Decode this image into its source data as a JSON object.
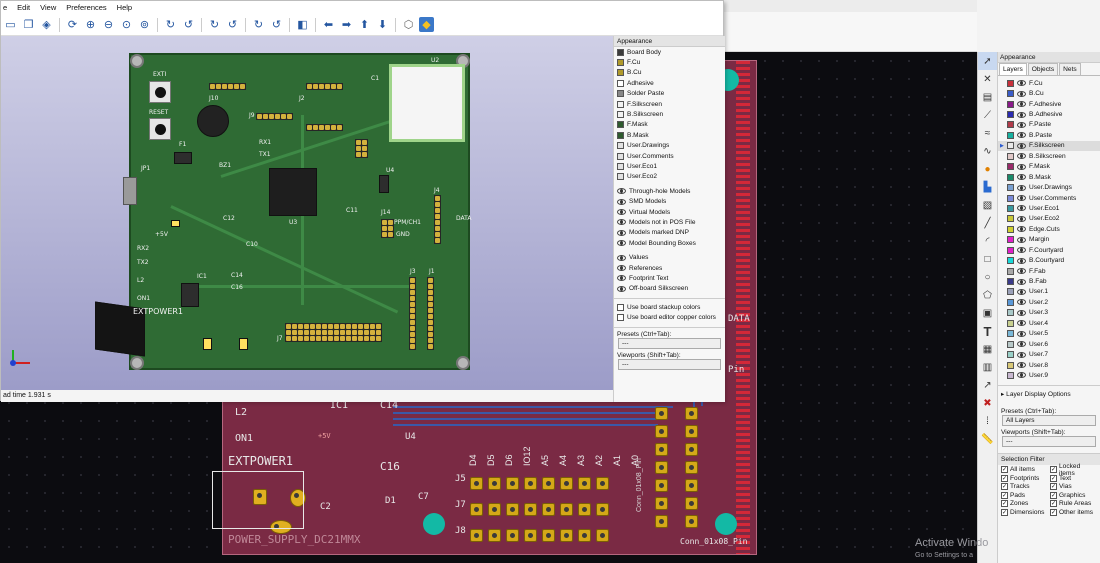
{
  "viewer3d": {
    "menu": [
      "e",
      "Edit",
      "View",
      "Preferences",
      "Help"
    ],
    "status": "ad time 1.931 s",
    "appearance_title": "Appearance",
    "layers": [
      {
        "name": "Board Body",
        "color": "#3b3b3b"
      },
      {
        "name": "F.Cu",
        "color": "#b09a2a"
      },
      {
        "name": "B.Cu",
        "color": "#b09a2a"
      },
      {
        "name": "Adhesive",
        "color": "#ffffff"
      },
      {
        "name": "Solder Paste",
        "color": "#888888"
      },
      {
        "name": "F.Silkscreen",
        "color": "#f2f2f2"
      },
      {
        "name": "B.Silkscreen",
        "color": "#f2f2f2"
      },
      {
        "name": "F.Mask",
        "color": "#2e5a2e"
      },
      {
        "name": "B.Mask",
        "color": "#2e5a2e"
      },
      {
        "name": "User.Drawings",
        "color": "#e0e0e0"
      },
      {
        "name": "User.Comments",
        "color": "#e0e0e0"
      },
      {
        "name": "User.Eco1",
        "color": "#e0e0e0"
      },
      {
        "name": "User.Eco2",
        "color": "#e0e0e0"
      }
    ],
    "toggles": [
      "Through-hole Models",
      "SMD Models",
      "Virtual Models",
      "Models not in POS File",
      "Models marked DNP",
      "Model Bounding Boxes"
    ],
    "toggles2": [
      "Values",
      "References",
      "Footprint Text",
      "Off-board Silkscreen"
    ],
    "checks": [
      "Use board stackup colors",
      "Use board editor copper colors"
    ],
    "presets_label": "Presets (Ctrl+Tab):",
    "presets_value": "---",
    "viewports_label": "Viewports (Shift+Tab):",
    "viewports_value": "---",
    "board_labels": {
      "exti": "EXTI",
      "reset": "RESET",
      "jp1": "JP1",
      "bz1": "BZ1",
      "f1": "F1",
      "j10": "J10",
      "j9": "J9",
      "j2": "J2",
      "u2": "U2",
      "u3": "U3",
      "u4": "U4",
      "j4": "J4",
      "j3": "J3",
      "j1": "J1",
      "j7": "J7",
      "j14": "J14",
      "ppm": "PPM/CH1",
      "gnd": "GND",
      "data": "DATA",
      "ic1": "IC1",
      "extpower": "EXTPOWER1",
      "c14": "C14",
      "c16": "C16",
      "c10": "C10",
      "c12": "C12",
      "c11": "C11",
      "c1": "C1",
      "on1": "ON1",
      "tx2": "TX2",
      "rx2": "RX2",
      "l2": "L2",
      "plus5v": "+5V",
      "tx1": "TX1",
      "rx1": "RX1"
    }
  },
  "pcb": {
    "labels": {
      "l2": "L2",
      "on1": "ON1",
      "ic1": "IC1",
      "extpower": "EXTPOWER1",
      "c16": "C16",
      "c14": "C14",
      "u4": "U4",
      "j5": "J5",
      "j7": "J7",
      "j8": "J8",
      "d1": "D1",
      "c2": "C2",
      "c7": "C7",
      "plus5v": "+5V",
      "power_supply": "POWER_SUPPLY_DC21MMX",
      "conn": "Conn_01x08_Pin",
      "conn2": "Conn_01x08_Pin",
      "data": "DATA",
      "pin": "Pin",
      "cols": [
        "D4",
        "D5",
        "D6",
        "IO12",
        "A5",
        "A4",
        "A3",
        "A2",
        "A1",
        "A0"
      ]
    }
  },
  "layers_panel": {
    "title": "Appearance",
    "tabs": [
      "Layers",
      "Objects",
      "Nets"
    ],
    "layers": [
      {
        "name": "F.Cu",
        "color": "#c8303a"
      },
      {
        "name": "B.Cu",
        "color": "#3a5cc8"
      },
      {
        "name": "F.Adhesive",
        "color": "#8a1a8a"
      },
      {
        "name": "B.Adhesive",
        "color": "#2a2ab0"
      },
      {
        "name": "F.Paste",
        "color": "#b03a4a"
      },
      {
        "name": "B.Paste",
        "color": "#18b0a0"
      },
      {
        "name": "F.Silkscreen",
        "color": "#e8e8e8"
      },
      {
        "name": "B.Silkscreen",
        "color": "#e0c8c8"
      },
      {
        "name": "F.Mask",
        "color": "#9a2a6a"
      },
      {
        "name": "B.Mask",
        "color": "#1a8a6a"
      },
      {
        "name": "User.Drawings",
        "color": "#7aa0d0"
      },
      {
        "name": "User.Comments",
        "color": "#7a8ad8"
      },
      {
        "name": "User.Eco1",
        "color": "#3a9aa0"
      },
      {
        "name": "User.Eco2",
        "color": "#c8c838"
      },
      {
        "name": "Edge.Cuts",
        "color": "#d0d030"
      },
      {
        "name": "Margin",
        "color": "#e020c8"
      },
      {
        "name": "F.Courtyard",
        "color": "#e020c8"
      },
      {
        "name": "B.Courtyard",
        "color": "#18d8d8"
      },
      {
        "name": "F.Fab",
        "color": "#a8a8a8"
      },
      {
        "name": "B.Fab",
        "color": "#3a3a8a"
      },
      {
        "name": "User.1",
        "color": "#9aa0b8"
      },
      {
        "name": "User.2",
        "color": "#5a98d8"
      },
      {
        "name": "User.3",
        "color": "#a8c8c8"
      },
      {
        "name": "User.4",
        "color": "#c8d090"
      },
      {
        "name": "User.5",
        "color": "#7ab8d8"
      },
      {
        "name": "User.6",
        "color": "#b8c8c8"
      },
      {
        "name": "User.7",
        "color": "#9ad0c8"
      },
      {
        "name": "User.8",
        "color": "#d8c878"
      },
      {
        "name": "User.9",
        "color": "#c8b8d0"
      }
    ],
    "active_layer": "F.Silkscreen",
    "display_options": "Layer Display Options",
    "presets_label": "Presets (Ctrl+Tab):",
    "presets_value": "All Layers",
    "viewports_label": "Viewports (Shift+Tab):",
    "viewports_value": "---",
    "filter_title": "Selection Filter",
    "filters": [
      "All items",
      "Locked items",
      "Footprints",
      "Text",
      "Tracks",
      "Vias",
      "Pads",
      "Graphics",
      "Zones",
      "Rule Areas",
      "Dimensions",
      "Other items"
    ]
  },
  "watermark": {
    "line1": "Activate Windo",
    "line2": "Go to Settings to a"
  }
}
